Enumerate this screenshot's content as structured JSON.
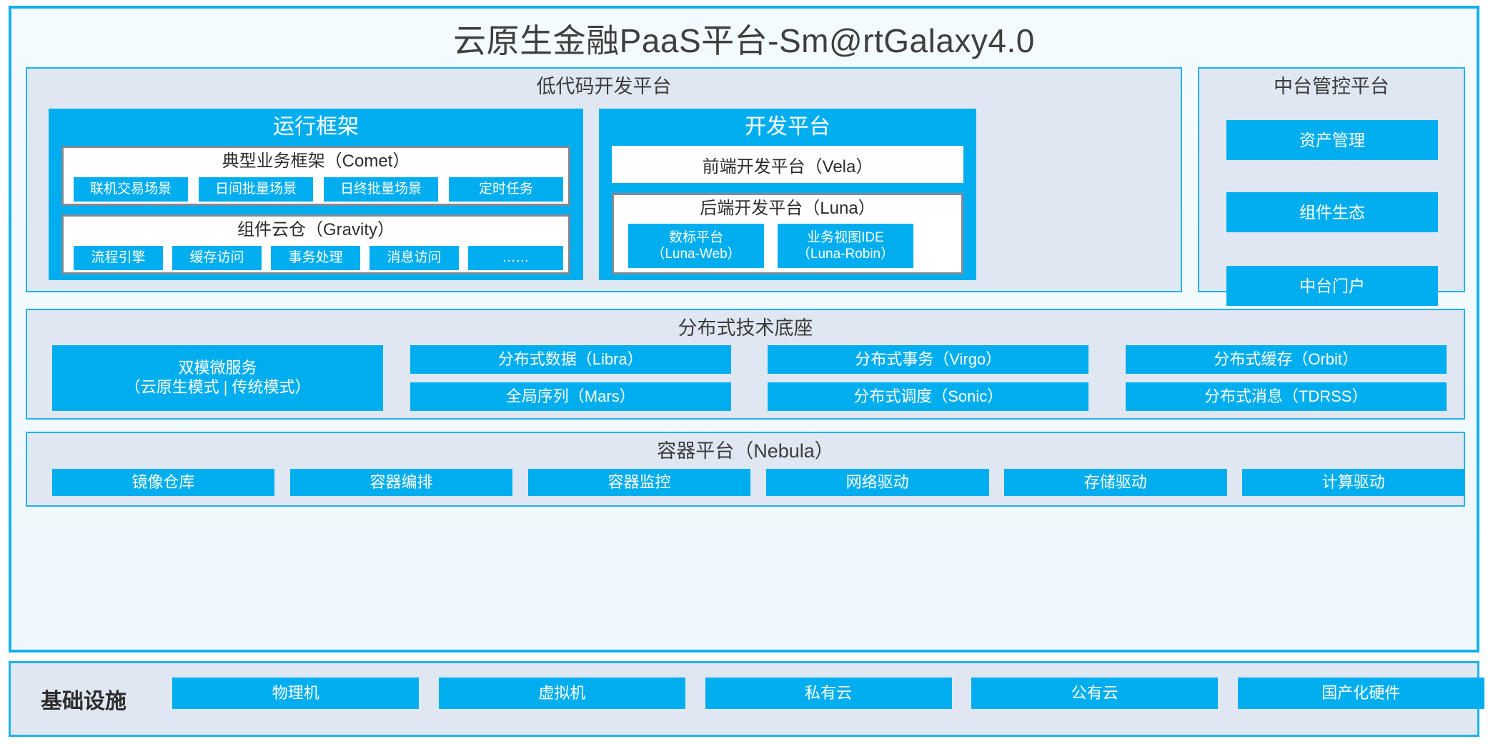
{
  "title": "云原生金融PaaS平台-Sm@rtGalaxy4.0",
  "colors": {
    "accent_blue": "#00aeef",
    "border_blue": "#1fb2ed",
    "panel_bg": "#dfe7f2",
    "card_bg": "#f4fbfe",
    "grey_border": "#808a95"
  },
  "lowcode": {
    "title": "低代码开发平台",
    "runtime": {
      "title": "运行框架",
      "comet": {
        "title": "典型业务框架（Comet）",
        "items": [
          "联机交易场景",
          "日间批量场景",
          "日终批量场景",
          "定时任务"
        ]
      },
      "gravity": {
        "title": "组件云仓（Gravity）",
        "items": [
          "流程引擎",
          "缓存访问",
          "事务处理",
          "消息访问",
          "……"
        ]
      }
    },
    "devplat": {
      "title": "开发平台",
      "vela": "前端开发平台（Vela）",
      "luna": {
        "title": "后端开发平台（Luna）",
        "items": [
          "数标平台\n（Luna-Web）",
          "业务视图IDE\n（Luna-Robin）"
        ]
      }
    }
  },
  "midplatform": {
    "title": "中台管控平台",
    "items": [
      "资产管理",
      "组件生态",
      "中台门户"
    ]
  },
  "techbase": {
    "title": "分布式技术底座",
    "dualmode": "双模微服务\n（云原生模式 | 传统模式）",
    "grid": [
      [
        "分布式数据（Libra）",
        "分布式事务（Virgo）",
        "分布式缓存（Orbit）"
      ],
      [
        "全局序列（Mars）",
        "分布式调度（Sonic）",
        "分布式消息（TDRSS）"
      ]
    ]
  },
  "container": {
    "title": "容器平台（Nebula）",
    "items": [
      "镜像仓库",
      "容器编排",
      "容器监控",
      "网络驱动",
      "存储驱动",
      "计算驱动"
    ]
  },
  "infrastructure": {
    "label": "基础设施",
    "items": [
      "物理机",
      "虚拟机",
      "私有云",
      "公有云",
      "国产化硬件"
    ]
  }
}
